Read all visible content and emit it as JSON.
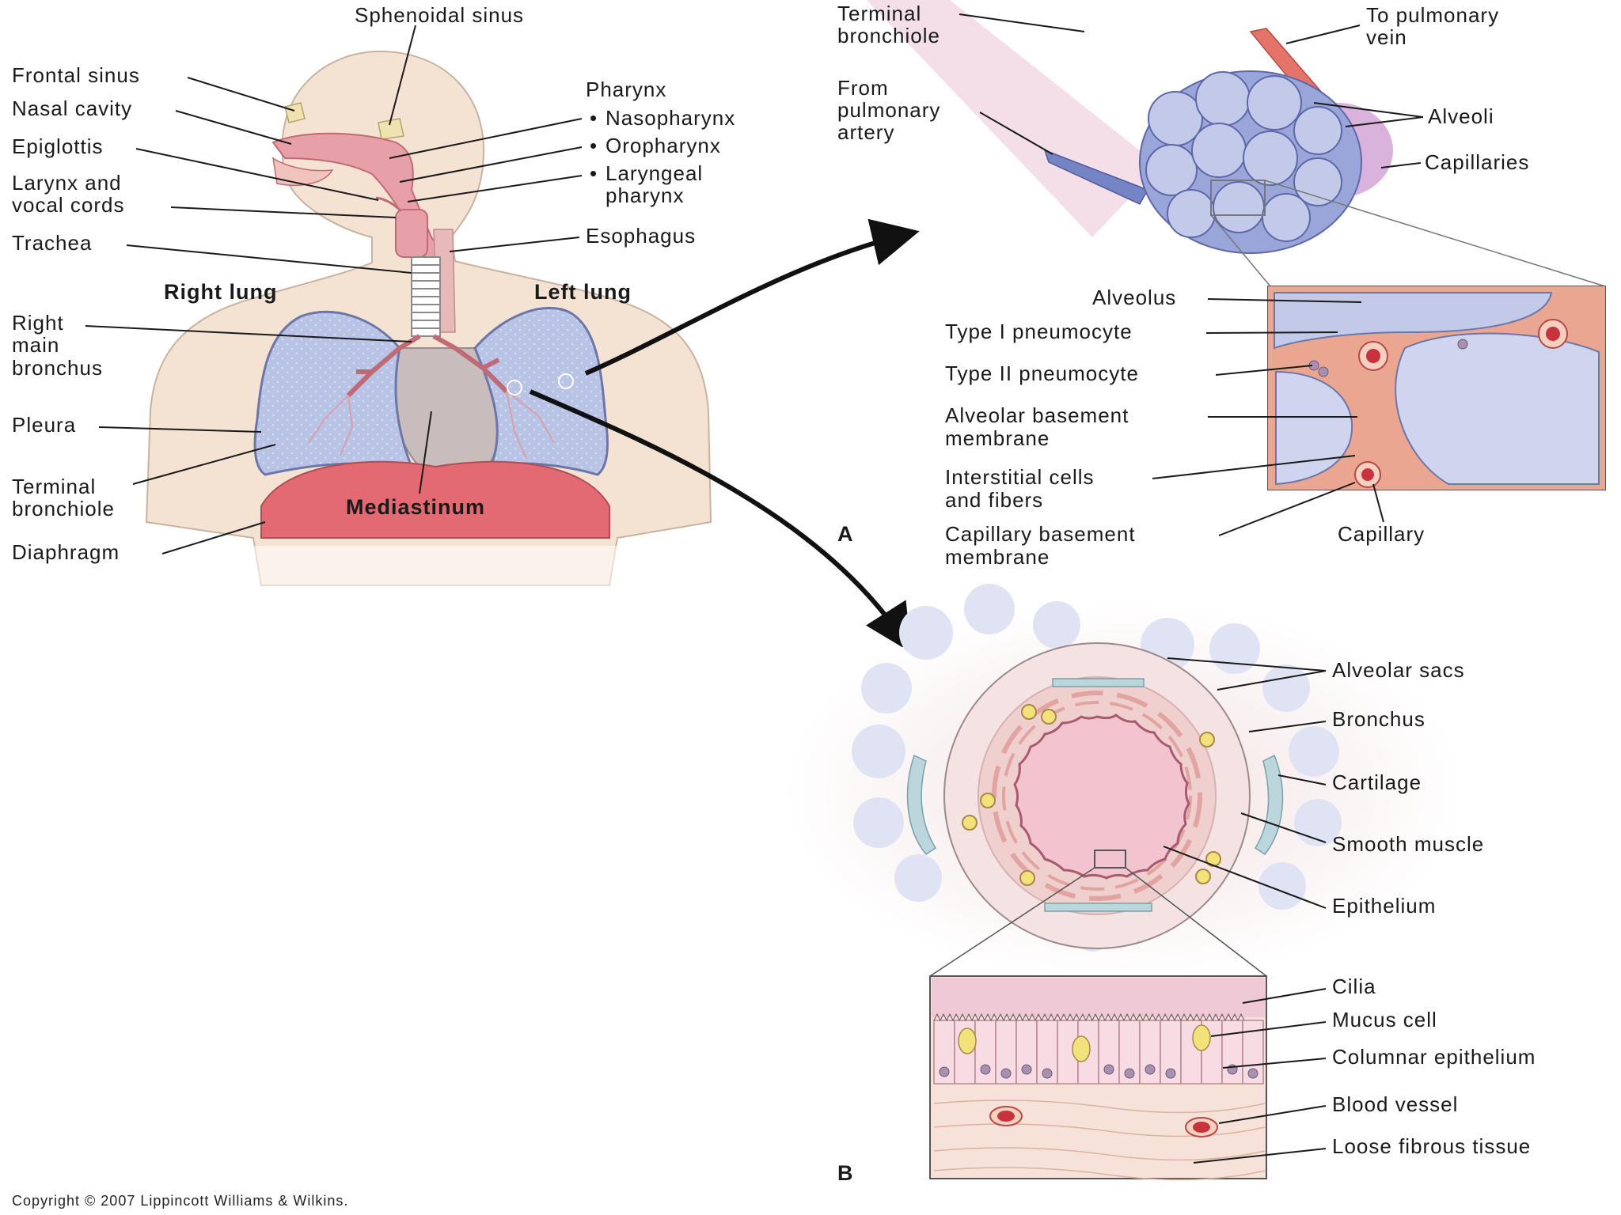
{
  "labels": {
    "sphenoidal_sinus": "Sphenoidal sinus",
    "frontal_sinus": "Frontal sinus",
    "nasal_cavity": "Nasal cavity",
    "epiglottis": "Epiglottis",
    "larynx_1": "Larynx and",
    "larynx_2": "vocal cords",
    "trachea": "Trachea",
    "right_lung": "Right lung",
    "left_lung": "Left lung",
    "right_bronchus_1": "Right",
    "right_bronchus_2": "main",
    "right_bronchus_3": "bronchus",
    "pleura": "Pleura",
    "terminal_bronchiole_l1": "Terminal",
    "terminal_bronchiole_l2": "bronchiole",
    "diaphragm": "Diaphragm",
    "mediastinum": "Mediastinum",
    "pharynx": "Pharynx",
    "nasopharynx": "Nasopharynx",
    "oropharynx": "Oropharynx",
    "laryngeal_1": "Laryngeal",
    "laryngeal_2": "pharynx",
    "esophagus": "Esophagus",
    "terminal_bronchiole_r1": "Terminal",
    "terminal_bronchiole_r2": "bronchiole",
    "from_artery_1": "From",
    "from_artery_2": "pulmonary",
    "from_artery_3": "artery",
    "to_vein_1": "To pulmonary",
    "to_vein_2": "vein",
    "alveoli": "Alveoli",
    "capillaries": "Capillaries",
    "alveolus": "Alveolus",
    "type1": "Type I pneumocyte",
    "type2": "Type II pneumocyte",
    "alv_bm_1": "Alveolar basement",
    "alv_bm_2": "membrane",
    "interstitial_1": "Interstitial cells",
    "interstitial_2": "and fibers",
    "cap_bm_1": "Capillary basement",
    "cap_bm_2": "membrane",
    "capillary": "Capillary",
    "panel_a": "A",
    "alveolar_sacs": "Alveolar sacs",
    "bronchus": "Bronchus",
    "cartilage": "Cartilage",
    "smooth_muscle": "Smooth muscle",
    "epithelium": "Epithelium",
    "cilia": "Cilia",
    "mucus_cell": "Mucus cell",
    "columnar": "Columnar epithelium",
    "blood_vessel": "Blood vessel",
    "loose_fibrous": "Loose fibrous tissue",
    "panel_b": "B",
    "copyright": "Copyright © 2007 Lippincott Williams & Wilkins."
  },
  "colors": {
    "skin": "#f4e3d3",
    "airway": "#e8a0a8",
    "lung": "#b9c3e6",
    "diaphragm": "#e36a73",
    "mediastinum": "#c9bcbc",
    "alveolus": "#c3cae9",
    "capillary_red": "#c8323c",
    "interstitium": "#eba692",
    "cartilage": "#bcd6dd",
    "mucus": "#f3e27a"
  }
}
